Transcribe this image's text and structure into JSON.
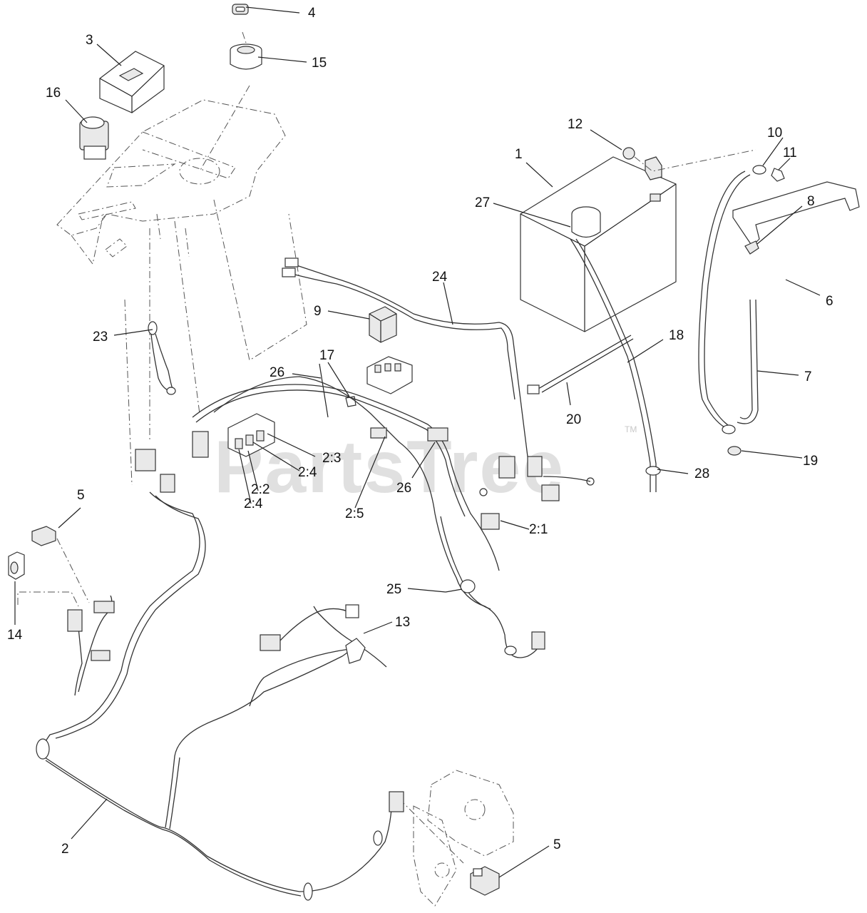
{
  "watermark": {
    "text": "PartsTree",
    "tm": "TM"
  },
  "callouts": [
    {
      "id": "c4",
      "text": "4"
    },
    {
      "id": "c3",
      "text": "3"
    },
    {
      "id": "c15",
      "text": "15"
    },
    {
      "id": "c16",
      "text": "16"
    },
    {
      "id": "c12",
      "text": "12"
    },
    {
      "id": "c10",
      "text": "10"
    },
    {
      "id": "c1",
      "text": "1"
    },
    {
      "id": "c11",
      "text": "11"
    },
    {
      "id": "c27",
      "text": "27"
    },
    {
      "id": "c8",
      "text": "8"
    },
    {
      "id": "c24",
      "text": "24"
    },
    {
      "id": "c6",
      "text": "6"
    },
    {
      "id": "c9",
      "text": "9"
    },
    {
      "id": "c23",
      "text": "23"
    },
    {
      "id": "c17",
      "text": "17"
    },
    {
      "id": "c18",
      "text": "18"
    },
    {
      "id": "c26a",
      "text": "26"
    },
    {
      "id": "c7",
      "text": "7"
    },
    {
      "id": "c20",
      "text": "20"
    },
    {
      "id": "c23b",
      "text": "2:3"
    },
    {
      "id": "c19",
      "text": "19"
    },
    {
      "id": "c24b",
      "text": "2:4"
    },
    {
      "id": "c28",
      "text": "28"
    },
    {
      "id": "c26b",
      "text": "26"
    },
    {
      "id": "c22",
      "text": "2:2"
    },
    {
      "id": "c24c",
      "text": "2:4"
    },
    {
      "id": "c25b",
      "text": "2:5"
    },
    {
      "id": "c5a",
      "text": "5"
    },
    {
      "id": "c21",
      "text": "2:1"
    },
    {
      "id": "c25",
      "text": "25"
    },
    {
      "id": "c13",
      "text": "13"
    },
    {
      "id": "c14",
      "text": "14"
    },
    {
      "id": "c2",
      "text": "2"
    },
    {
      "id": "c5b",
      "text": "5"
    }
  ]
}
